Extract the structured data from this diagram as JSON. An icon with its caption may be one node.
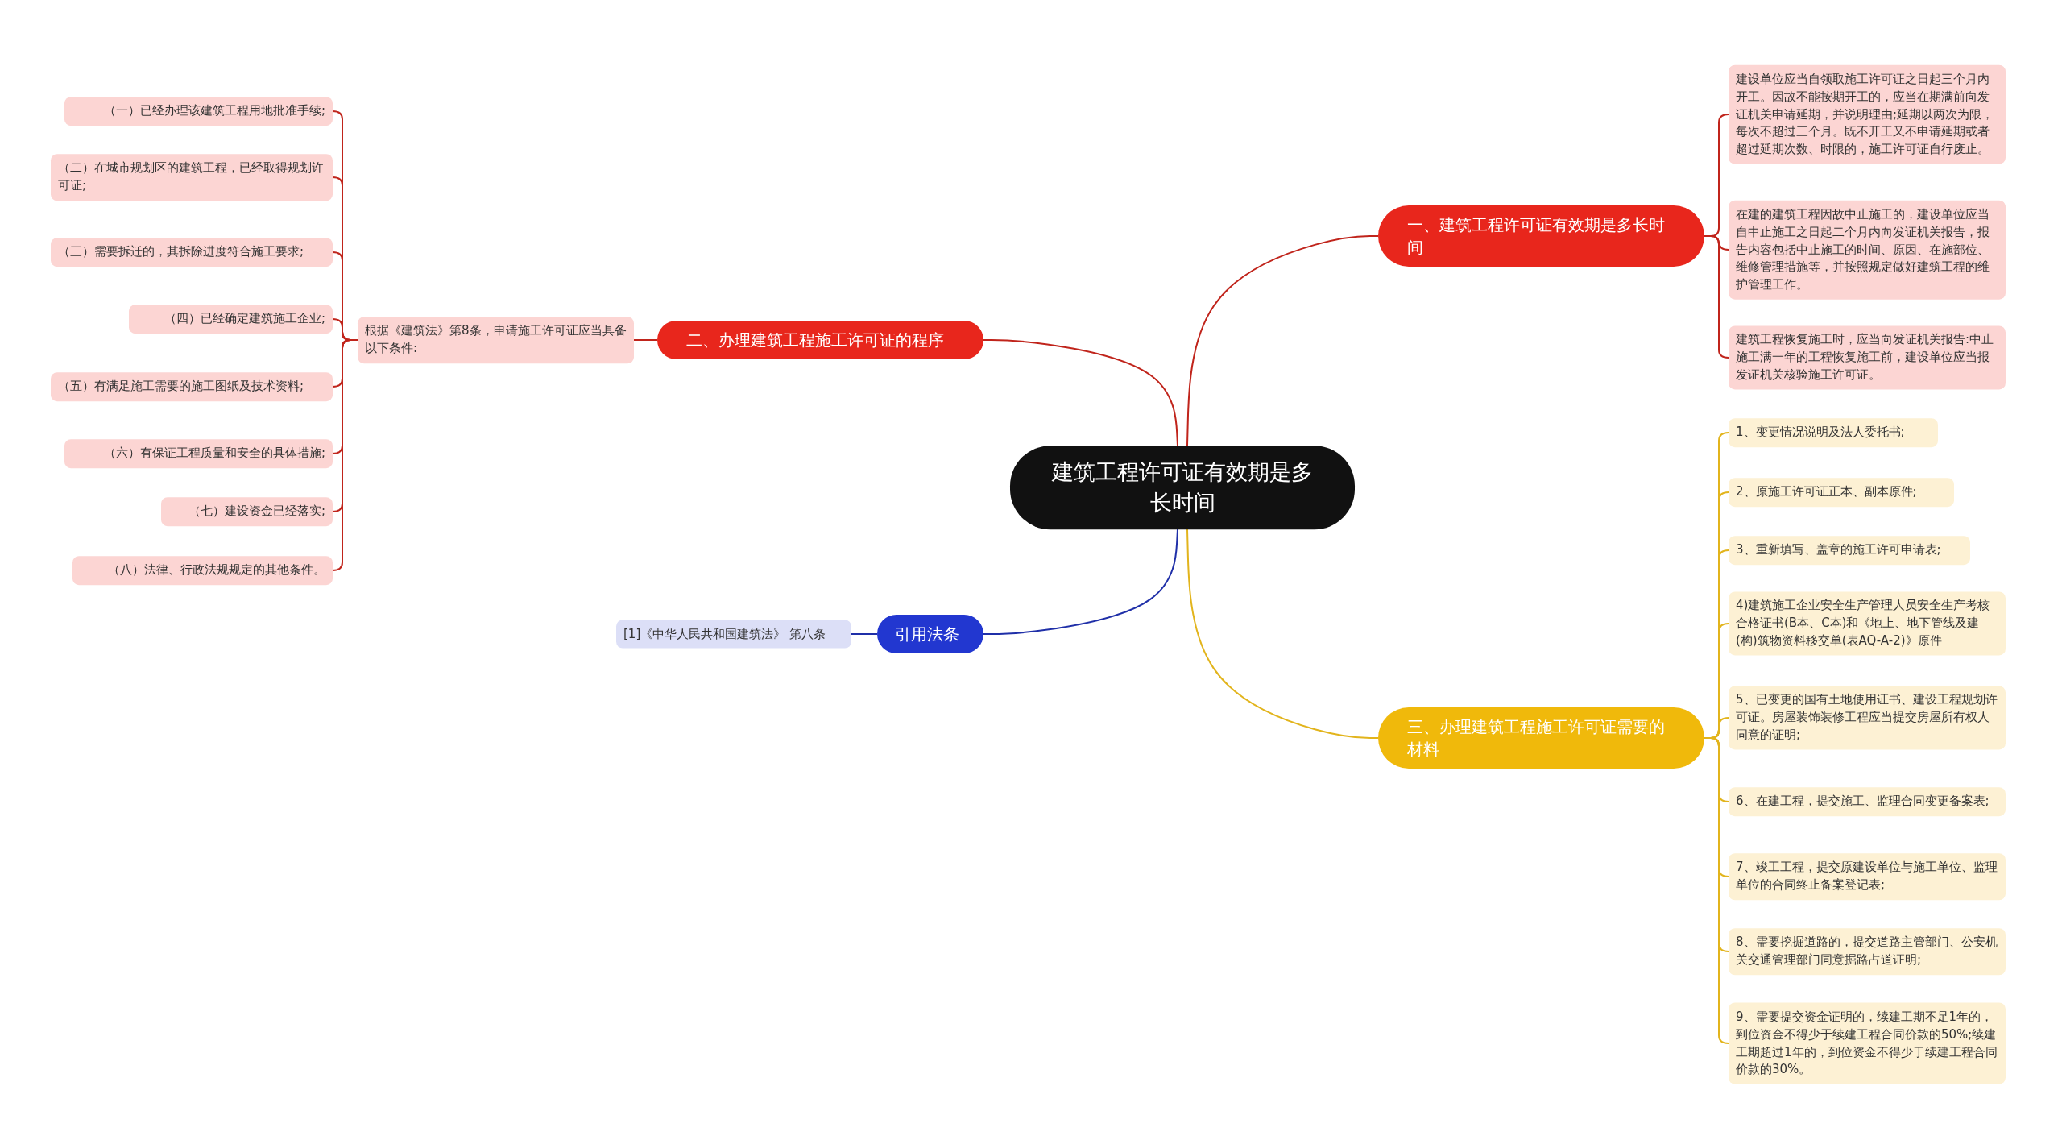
{
  "diagram": {
    "nodes": [
      {
        "text": [
          "建筑工程许可证有效期是多长时间"
        ]
      },
      {
        "text": [
          "一、建筑工程许可证有效期是多长时间"
        ]
      },
      {
        "text": [
          "建设单位应当自领取施工许可证之日起三个月内开工。因故不能按期开工的，应当在期满前向发证机关申请延期，并说明理由;延期以两次为限，每次不超过三个月。既不开工又不申请延期或者超过延期次数、时限的，施工许可证自行废止。"
        ]
      },
      {
        "text": [
          "在建的建筑工程因故中止施工的，建设单位应当自中止施工之日起二个月内向发证机关报告，报告内容包括中止施工的时间、原因、在施部位、维修管理措施等，并按照规定做好建筑工程的维护管理工作。"
        ]
      },
      {
        "text": [
          "建筑工程恢复施工时，应当向发证机关报告:中止施工满一年的工程恢复施工前，建设单位应当报发证机关核验施工许可证。"
        ]
      },
      {
        "text": [
          "二、办理建筑工程施工许可证的程序"
        ]
      },
      {
        "text": [
          "根据《建筑法》第8条，申请施工许可证应当具备以下条件:"
        ]
      },
      {
        "text": [
          "（一）已经办理该建筑工程用地批准手续;"
        ]
      },
      {
        "text": [
          "（二）在城市规划区的建筑工程，已经取得规划许可证;"
        ]
      },
      {
        "text": [
          "（三）需要拆迁的，其拆除进度符合施工要求;"
        ]
      },
      {
        "text": [
          "（四）已经确定建筑施工企业;"
        ]
      },
      {
        "text": [
          "（五）有满足施工需要的施工图纸及技术资料;"
        ]
      },
      {
        "text": [
          "（六）有保证工程质量和安全的具体措施;"
        ]
      },
      {
        "text": [
          "（七）建设资金已经落实;"
        ]
      },
      {
        "text": [
          "（八）法律、行政法规规定的其他条件。"
        ]
      },
      {
        "text": [
          "三、办理建筑工程施工许可证需要的材料"
        ]
      },
      {
        "text": [
          "1、变更情况说明及法人委托书;"
        ]
      },
      {
        "text": [
          "2、原施工许可证正本、副本原件;"
        ]
      },
      {
        "text": [
          "3、重新填写、盖章的施工许可申请表;"
        ]
      },
      {
        "text": [
          "4)建筑施工企业安全生产管理人员安全生产考核合格证书(B本、C本)和《地上、地下管线及建(构)筑物资料移交单(表AQ-A-2)》原件"
        ]
      },
      {
        "text": [
          "5、已变更的国有土地使用证书、建设工程规划许可证。房屋装饰装修工程应当提交房屋所有权人同意的证明;"
        ]
      },
      {
        "text": [
          "6、在建工程，提交施工、监理合同变更备案表;"
        ]
      },
      {
        "text": [
          "7、竣工工程，提交原建设单位与施工单位、监理单位的合同终止备案登记表;"
        ]
      },
      {
        "text": [
          "8、需要挖掘道路的，提交道路主管部门、公安机关交通管理部门同意掘路占道证明;"
        ]
      },
      {
        "text": [
          "9、需要提交资金证明的，续建工期不足1年的，到位资金不得少于续建工程合同价款的50%;续建工期超过1年的，到位资金不得少于续建工程合同价款的30%。"
        ]
      },
      {
        "text": [
          "引用法条"
        ]
      },
      {
        "text": [
          "[1]《中华人民共和国建筑法》 第八条"
        ]
      }
    ],
    "edges": [
      {
        "from": 0,
        "to": 1,
        "arrow": "none"
      },
      {
        "from": 1,
        "to": 2,
        "arrow": "none"
      },
      {
        "from": 1,
        "to": 3,
        "arrow": "none"
      },
      {
        "from": 1,
        "to": 4,
        "arrow": "none"
      },
      {
        "from": 0,
        "to": 5,
        "arrow": "none"
      },
      {
        "from": 5,
        "to": 6,
        "arrow": "none"
      },
      {
        "from": 6,
        "to": 7,
        "arrow": "none"
      },
      {
        "from": 6,
        "to": 8,
        "arrow": "none"
      },
      {
        "from": 6,
        "to": 9,
        "arrow": "none"
      },
      {
        "from": 6,
        "to": 10,
        "arrow": "none"
      },
      {
        "from": 6,
        "to": 11,
        "arrow": "none"
      },
      {
        "from": 6,
        "to": 12,
        "arrow": "none"
      },
      {
        "from": 6,
        "to": 13,
        "arrow": "none"
      },
      {
        "from": 6,
        "to": 14,
        "arrow": "none"
      },
      {
        "from": 0,
        "to": 15,
        "arrow": "none",
        "color": "#e2b41c"
      },
      {
        "from": 15,
        "to": 16,
        "arrow": "none",
        "color": "#e2b41c"
      },
      {
        "from": 15,
        "to": 17,
        "arrow": "none",
        "color": "#e2b41c"
      },
      {
        "from": 15,
        "to": 18,
        "arrow": "none",
        "color": "#e2b41c"
      },
      {
        "from": 15,
        "to": 19,
        "arrow": "none",
        "color": "#e2b41c"
      },
      {
        "from": 15,
        "to": 20,
        "arrow": "none",
        "color": "#e2b41c"
      },
      {
        "from": 15,
        "to": 21,
        "arrow": "none",
        "color": "#e2b41c"
      },
      {
        "from": 15,
        "to": 22,
        "arrow": "none",
        "color": "#e2b41c"
      },
      {
        "from": 15,
        "to": 23,
        "arrow": "none",
        "color": "#e2b41c"
      },
      {
        "from": 15,
        "to": 24,
        "arrow": "none",
        "color": "#e2b41c"
      },
      {
        "from": 0,
        "to": 25,
        "arrow": "none",
        "color": "#1f2fa8"
      },
      {
        "from": 25,
        "to": 26,
        "arrow": "none",
        "color": "#1f2fa8"
      }
    ]
  }
}
